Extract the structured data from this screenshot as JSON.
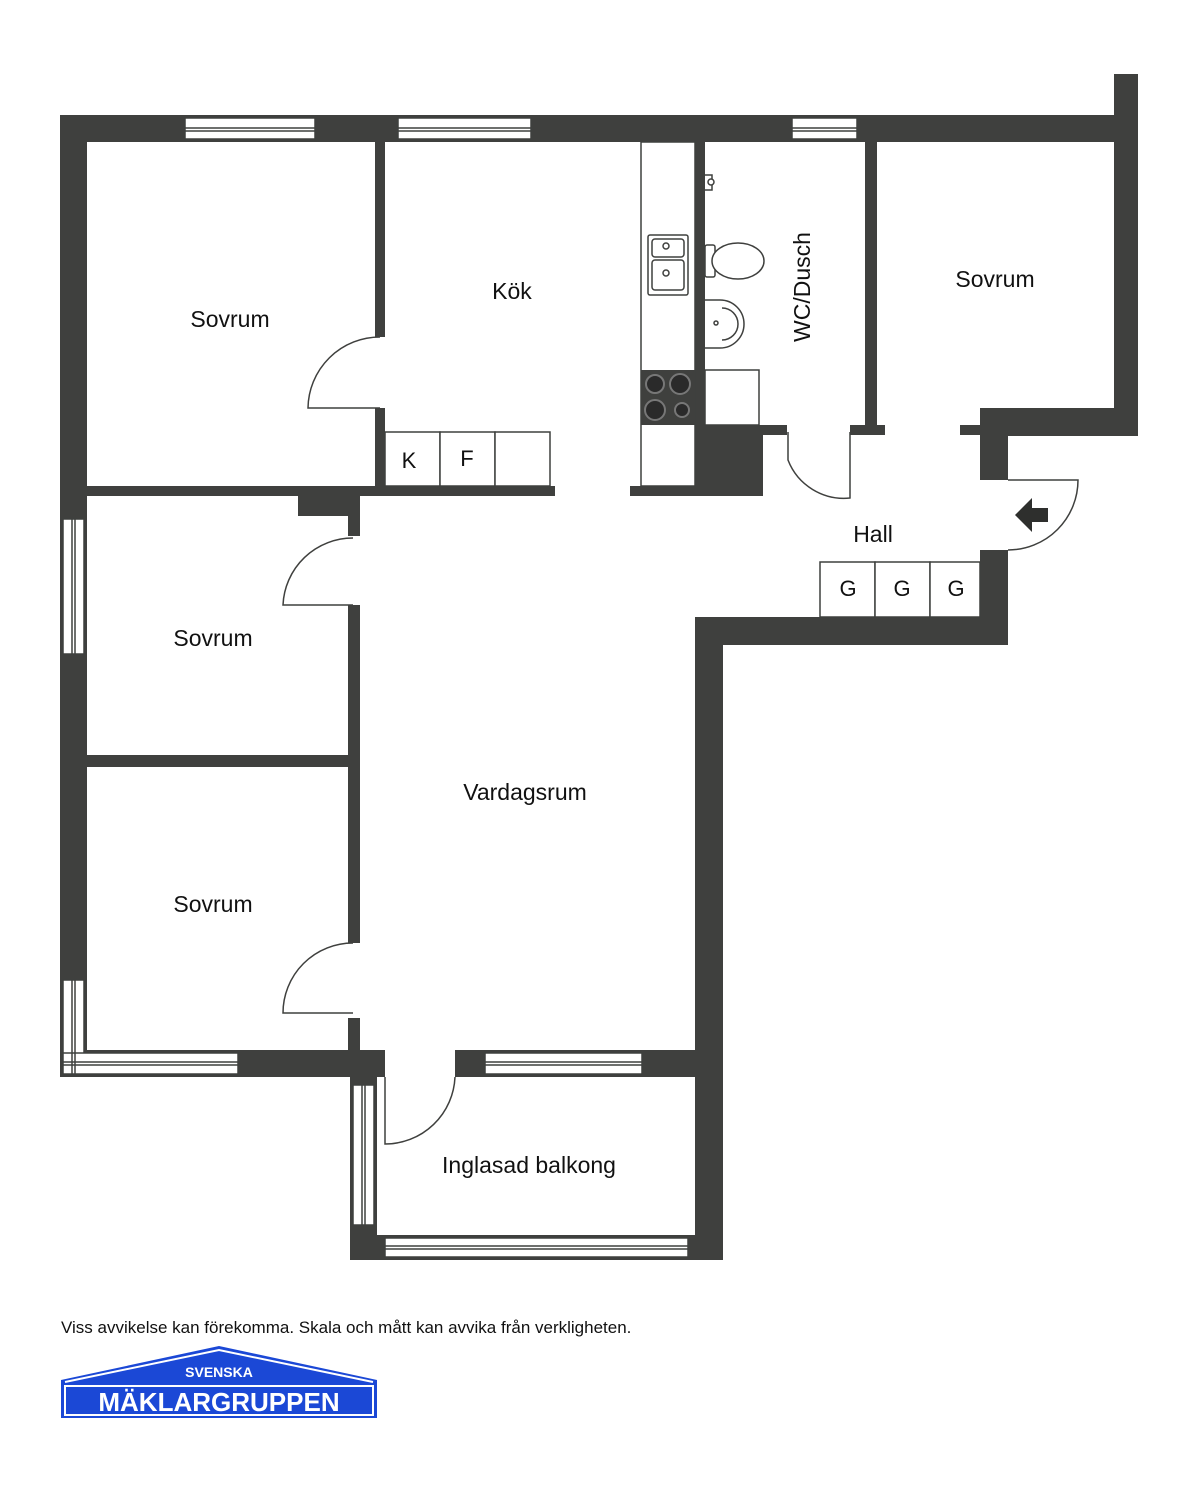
{
  "rooms": {
    "sovrum_top_left": "Sovrum",
    "kok": "Kök",
    "wc": "WC/Dusch",
    "sovrum_top_right": "Sovrum",
    "sovrum_mid_left": "Sovrum",
    "vardagsrum": "Vardagsrum",
    "sovrum_bottom_left": "Sovrum",
    "hall": "Hall",
    "balkong": "Inglasad balkong"
  },
  "kitchen_units": [
    "K",
    "F"
  ],
  "hall_units": [
    "G",
    "G",
    "G"
  ],
  "disclaimer": "Viss avvikelse kan förekomma. Skala och mått kan avvika från verkligheten.",
  "logo": {
    "top": "SVENSKA",
    "bottom": "MÄKLARGRUPPEN"
  },
  "colors": {
    "wall": "#3f403e",
    "logo_blue": "#1b48d6"
  }
}
